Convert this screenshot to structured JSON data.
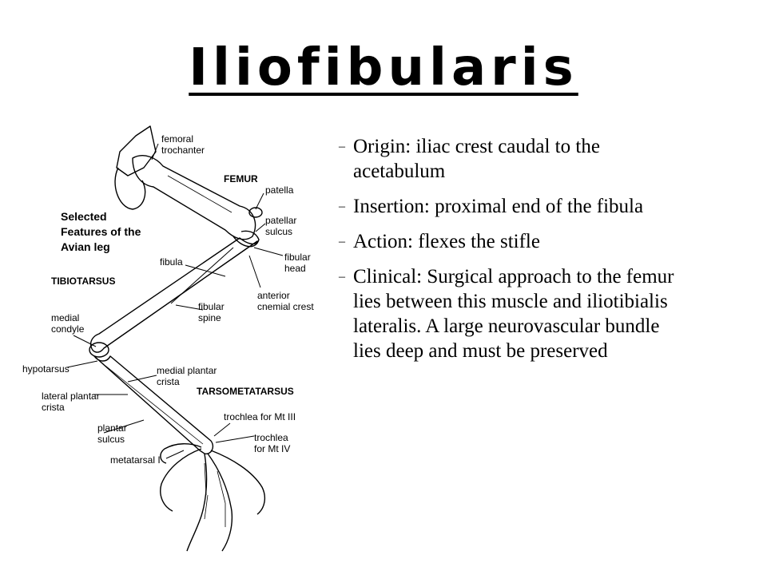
{
  "slide": {
    "title": "Iliofibularis",
    "bullet_marker": "–",
    "bullets": [
      "Origin: iliac crest caudal to the acetabulum",
      "Insertion: proximal end of the fibula",
      "Action: flexes the stifle",
      "Clinical: Surgical approach to the femur lies between this muscle and iliotibialis lateralis. A large neurovascular bundle lies deep and must be preserved"
    ]
  },
  "diagram": {
    "caption": [
      "Selected",
      "Features of the",
      "Avian leg"
    ],
    "labels": {
      "femoral_trochanter": [
        "femoral",
        "trochanter"
      ],
      "femur": "FEMUR",
      "patella": "patella",
      "patellar_sulcus": [
        "patellar",
        "sulcus"
      ],
      "fibular_head": [
        "fibular",
        "head"
      ],
      "fibula": "fibula",
      "tibiotarsus": "TIBIOTARSUS",
      "anterior_cnemial_crest": [
        "anterior",
        "cnemial crest"
      ],
      "fibular_spine": [
        "fibular",
        "spine"
      ],
      "medial_condyle": [
        "medial",
        "condyle"
      ],
      "hypotarsus": "hypotarsus",
      "medial_plantar_crista": [
        "medial plantar",
        "crista"
      ],
      "tarsometatarsus": "TARSOMETATARSUS",
      "lateral_plantar_crista": [
        "lateral plantar",
        "crista"
      ],
      "trochlea_mt3": "trochlea for Mt III",
      "plantar_sulcus": [
        "plantar",
        "sulcus"
      ],
      "trochlea_mt4": [
        "trochlea",
        "for Mt IV"
      ],
      "metatarsal_1": "metatarsal I"
    }
  }
}
